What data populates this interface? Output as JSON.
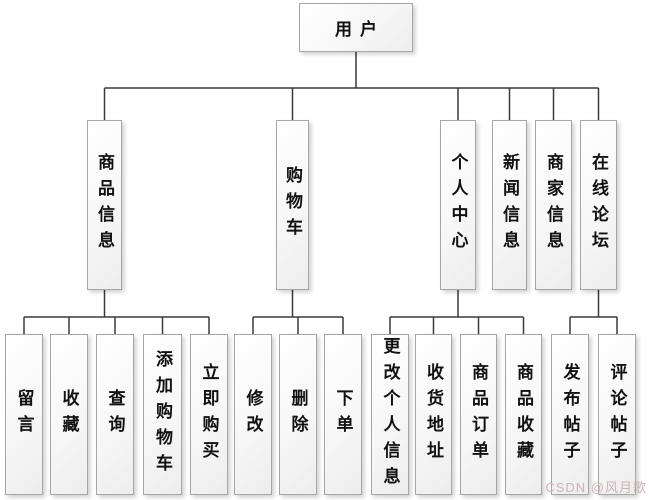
{
  "tree": {
    "root": "用户",
    "branches": [
      {
        "label": "商品信息",
        "children": [
          "留言",
          "收藏",
          "查询",
          "添加购物车",
          "立即购买"
        ]
      },
      {
        "label": "购物车",
        "children": [
          "修改",
          "删除",
          "下单"
        ]
      },
      {
        "label": "个人中心",
        "children": [
          "更改个人信息",
          "收货地址",
          "商品订单",
          "商品收藏"
        ]
      },
      {
        "label": "新闻信息",
        "children": []
      },
      {
        "label": "商家信息",
        "children": []
      },
      {
        "label": "在线论坛",
        "children": [
          "发布帖子",
          "评论帖子"
        ]
      }
    ]
  },
  "watermark": {
    "text": "CSDN @风月歌"
  },
  "colors": {
    "line": "#3a3a3a",
    "box_border": "#a6a6a6",
    "box_fill_start": "#ffffff",
    "box_fill_end": "#ededed",
    "watermark": "#cdb3b5",
    "text": "#111111"
  }
}
